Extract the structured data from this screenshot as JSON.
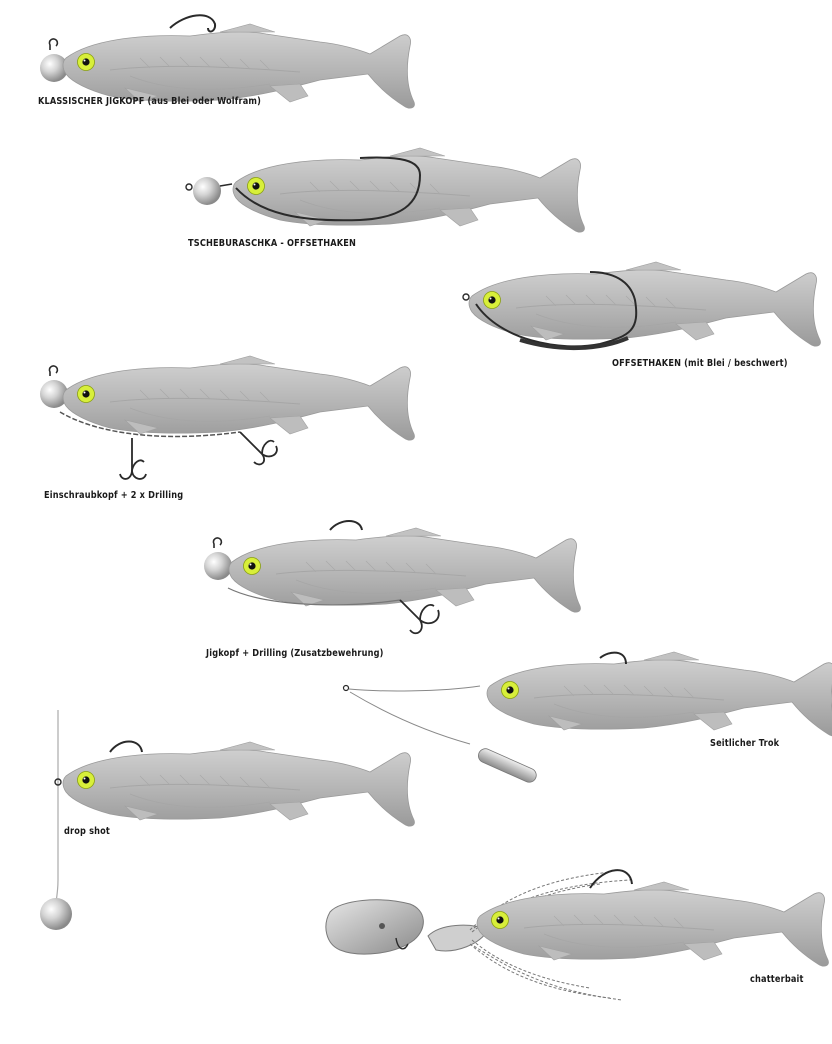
{
  "labels": {
    "jig_head": "KLASSISCHER JIGKOPF (aus Blei oder Wolfram)",
    "tscheburaschka": "TSCHEBURASCHKA - OFFSETHAKEN",
    "offset_weighted": "OFFSETHAKEN (mit Blei / beschwert)",
    "screw_head": "Einschraubkopf + 2 x Drilling",
    "jig_treble": "Jigkopf + Drilling (Zusatzbewehrung)",
    "side_trok": "Seitlicher Trok",
    "drop_shot": "drop shot",
    "chatterbait": "chatterbait"
  },
  "colors": {
    "body": "#b8b8b8",
    "body_dark": "#8e8e8e",
    "eye": "#d8ef3a",
    "pupil": "#111111",
    "hook": "#2a2a2a",
    "lead": "#c9c9c9"
  }
}
